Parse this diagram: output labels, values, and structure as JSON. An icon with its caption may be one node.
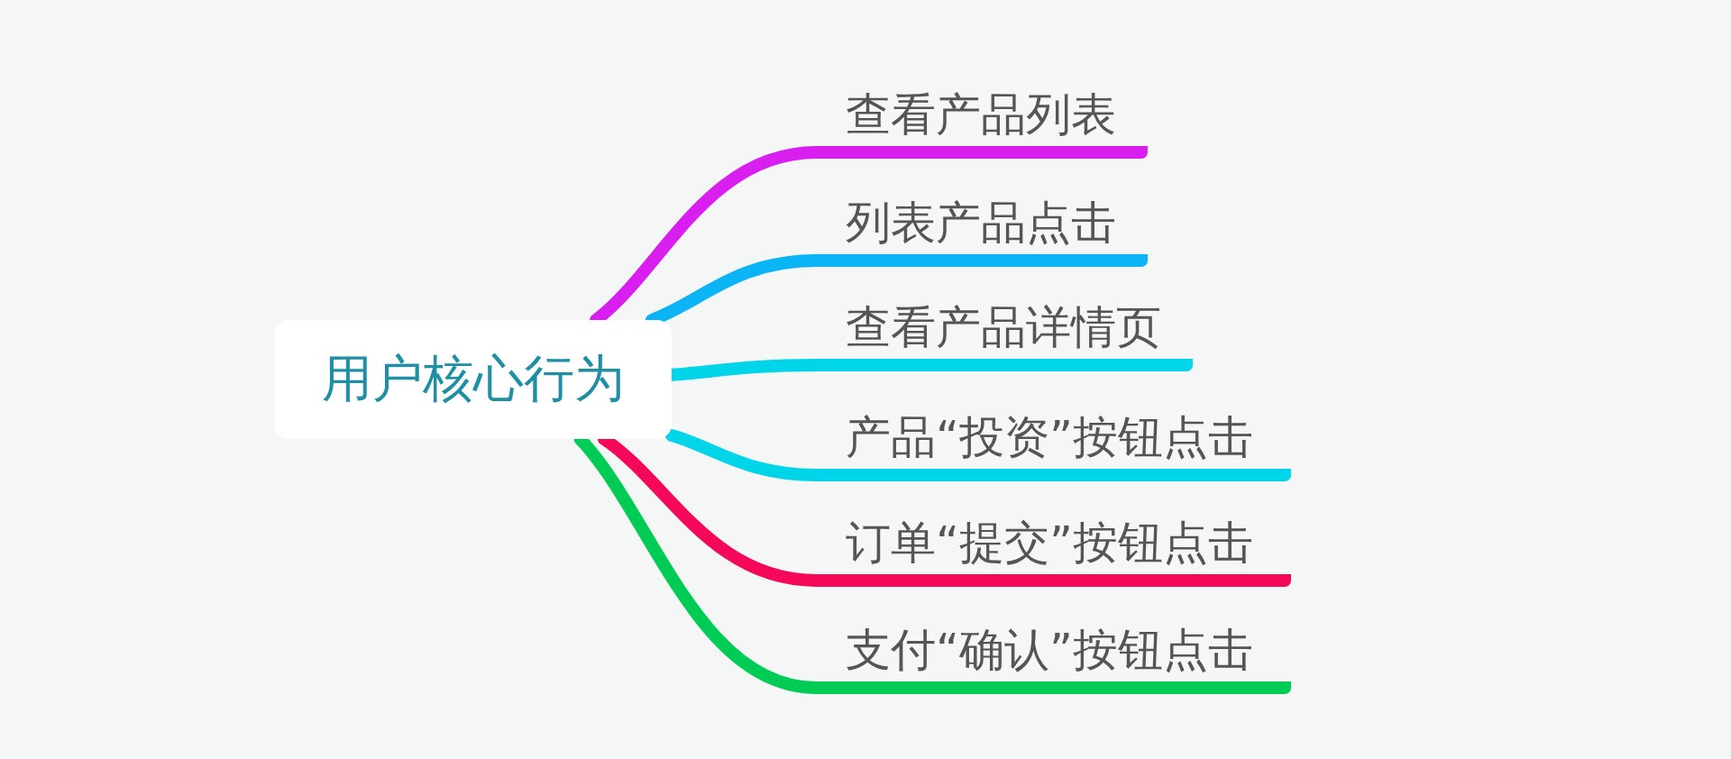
{
  "diagram": {
    "nodes": [
      {
        "text": [
          "用户核心行为"
        ]
      },
      {
        "text": [
          "查看产品列表"
        ]
      },
      {
        "text": [
          "列表产品点击"
        ]
      },
      {
        "text": [
          "查看产品详情页"
        ]
      },
      {
        "text": [
          "产品“投资”按钮点击"
        ]
      },
      {
        "text": [
          "订单“提交”按钮点击"
        ]
      },
      {
        "text": [
          "支付“确认”按钮点击"
        ]
      }
    ],
    "edges": [
      {
        "from": 0,
        "to": 1,
        "arrow": "none",
        "color": "#d91ef0"
      },
      {
        "from": 0,
        "to": 2,
        "arrow": "none",
        "color": "#0ab4f5"
      },
      {
        "from": 0,
        "to": 3,
        "arrow": "none",
        "color": "#00d4e8"
      },
      {
        "from": 0,
        "to": 4,
        "arrow": "none",
        "color": "#00d4e8"
      },
      {
        "from": 0,
        "to": 5,
        "arrow": "none",
        "color": "#f5075a"
      },
      {
        "from": 0,
        "to": 6,
        "arrow": "none",
        "color": "#00cc55"
      }
    ]
  }
}
